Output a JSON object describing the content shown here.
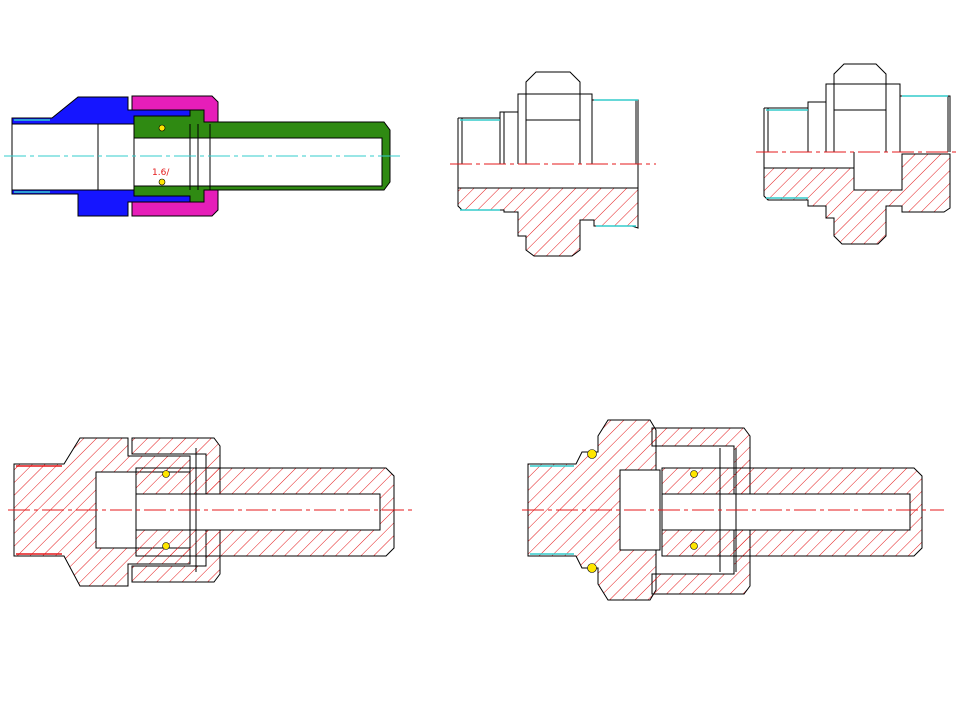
{
  "colors": {
    "background": "#ffffff",
    "outline": "#000000",
    "hatch": "#e4191b",
    "centerline_red": "#e4191b",
    "centerline_cyan": "#33cccc",
    "thread": "#33cccc",
    "body_blue": "#1515ff",
    "nut_magenta": "#e61eb9",
    "tube_green": "#2f8a12",
    "oring_yellow": "#ffe600"
  },
  "views": {
    "top_left": {
      "kind": "colored-section-assembly",
      "note": "1.6/"
    },
    "top_middle": {
      "kind": "half-section-fitting"
    },
    "top_right": {
      "kind": "half-section-fitting-short"
    },
    "bottom_left": {
      "kind": "hatched-section-assembly"
    },
    "bottom_right": {
      "kind": "hatched-section-assembly-with-seal"
    }
  }
}
